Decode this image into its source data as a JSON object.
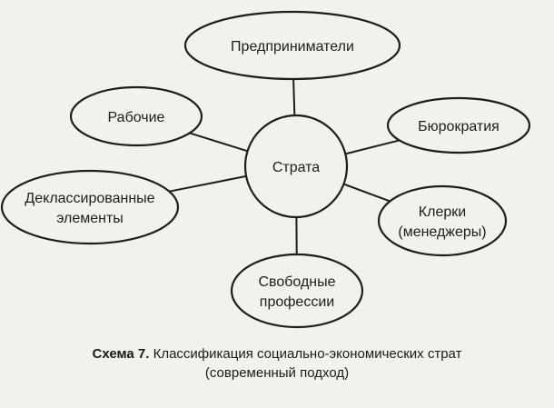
{
  "diagram": {
    "center": {
      "label": "Страта"
    },
    "nodes": [
      {
        "id": "entrepreneurs",
        "lines": [
          "Предприниматели"
        ]
      },
      {
        "id": "bureaucracy",
        "lines": [
          "Бюрократия"
        ]
      },
      {
        "id": "clerks",
        "lines": [
          "Клерки",
          "(менеджеры)"
        ]
      },
      {
        "id": "free-professions",
        "lines": [
          "Свободные",
          "профессии"
        ]
      },
      {
        "id": "declassed",
        "lines": [
          "Деклассированные",
          "элементы"
        ]
      },
      {
        "id": "workers",
        "lines": [
          "Рабочие"
        ]
      }
    ]
  },
  "caption": {
    "number": "Схема 7.",
    "line1": " Классификация социально-экономических страт",
    "line2": "(современный подход)"
  },
  "colors": {
    "ink": "#1d1d1d",
    "paper": "#f3f1eb"
  }
}
